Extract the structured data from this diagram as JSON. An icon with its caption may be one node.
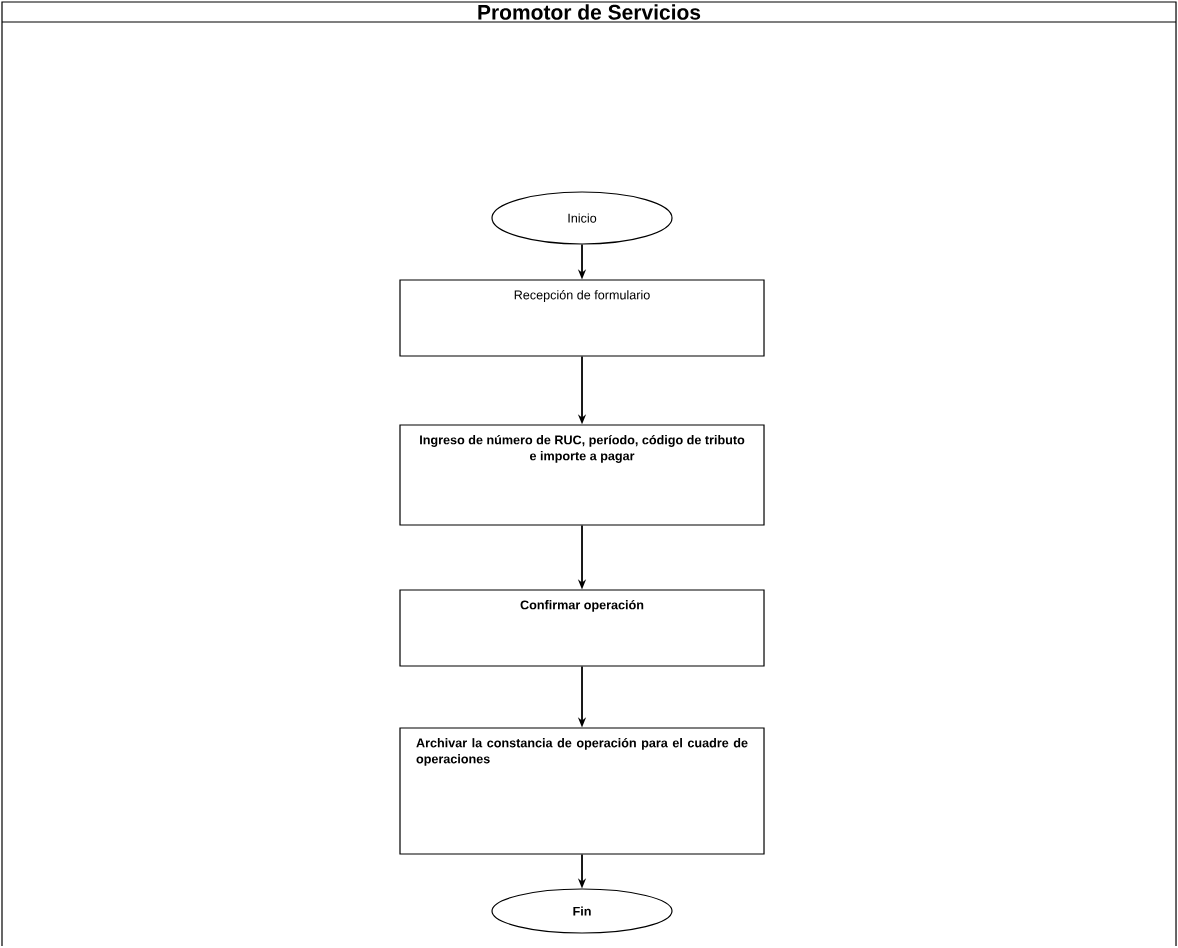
{
  "diagram": {
    "title": "Promotor de Servicios",
    "nodes": [
      {
        "text": [
          "Inicio"
        ]
      },
      {
        "text": [
          "Recepción de formulario"
        ]
      },
      {
        "text": [
          "Ingreso de número de RUC, período, código de tributo e importe a pagar"
        ]
      },
      {
        "text": [
          "Confirmar operación"
        ]
      },
      {
        "text": [
          "Archivar la constancia de operación para el cuadre de operaciones"
        ]
      },
      {
        "text": [
          "Fin"
        ]
      }
    ],
    "edges": [
      {
        "from": 0,
        "to": 1,
        "arrow": "to"
      },
      {
        "from": 1,
        "to": 2,
        "arrow": "to"
      },
      {
        "from": 2,
        "to": 3,
        "arrow": "to"
      },
      {
        "from": 3,
        "to": 4,
        "arrow": "to"
      },
      {
        "from": 4,
        "to": 5,
        "arrow": "to"
      }
    ]
  }
}
